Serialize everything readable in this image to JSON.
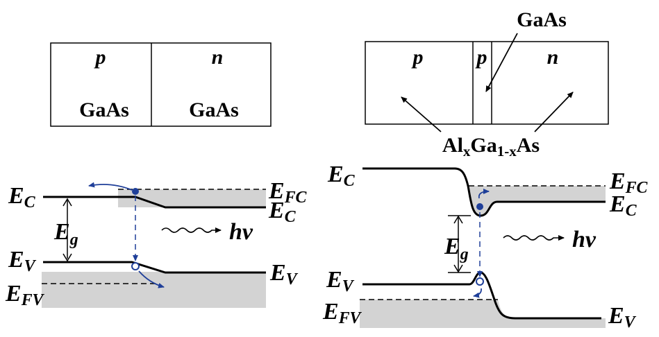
{
  "left_structure": {
    "region_p_type": "p",
    "region_n_type": "n",
    "material_p": "GaAs",
    "material_n": "GaAs"
  },
  "right_structure": {
    "region_p1_type": "p",
    "region_p2_type": "p",
    "region_n_type": "n",
    "center_material": "GaAs",
    "cladding_material_main_1": "Al",
    "cladding_material_sub_1": "x",
    "cladding_material_main_2": "Ga",
    "cladding_material_sub_2": "1-x",
    "cladding_material_main_3": "As"
  },
  "left_band": {
    "ec_left_main": "E",
    "ec_left_sub": "C",
    "ec_right_main": "E",
    "ec_right_sub": "C",
    "efc_main": "E",
    "efc_sub": "FC",
    "eg_main": "E",
    "eg_sub": "g",
    "ev_left_main": "E",
    "ev_left_sub": "V",
    "ev_right_main": "E",
    "ev_right_sub": "V",
    "efv_main": "E",
    "efv_sub": "FV",
    "photon_label": "hv"
  },
  "right_band": {
    "ec_left_main": "E",
    "ec_left_sub": "C",
    "ec_right_main": "E",
    "ec_right_sub": "C",
    "efc_main": "E",
    "efc_sub": "FC",
    "eg_main": "E",
    "eg_sub": "g",
    "ev_left_main": "E",
    "ev_left_sub": "V",
    "ev_right_main": "E",
    "ev_right_sub": "V",
    "efv_main": "E",
    "efv_sub": "FV",
    "photon_label": "hv"
  },
  "colors": {
    "line": "#000000",
    "fill_gray": "#d3d3d3",
    "carrier_blue": "#1f3f99"
  }
}
